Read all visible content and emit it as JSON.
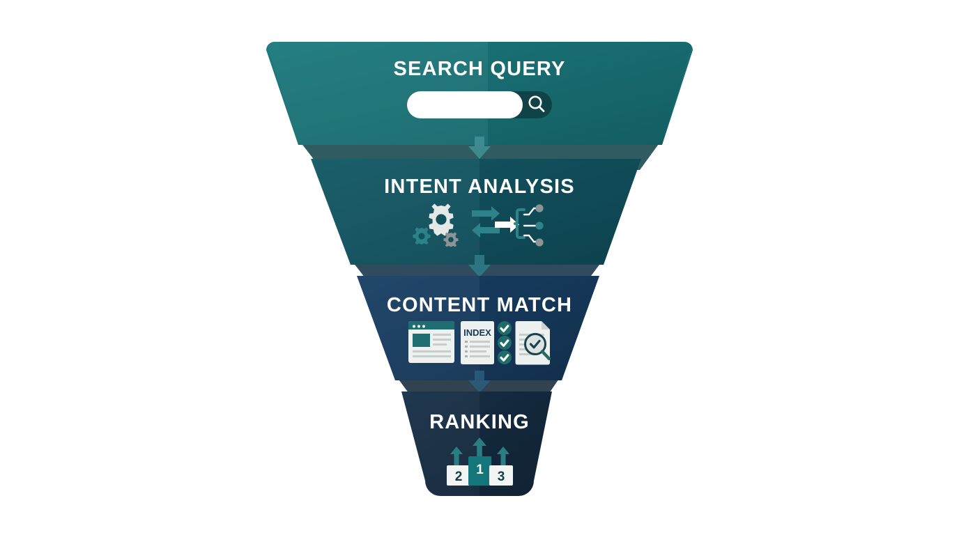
{
  "diagram": {
    "type": "funnel",
    "title_visible": false,
    "background": "#ffffff",
    "stages": [
      {
        "id": "search-query",
        "label": "SEARCH QUERY",
        "color": "#186C72",
        "order": 1,
        "icons": [
          "search-bar-icon",
          "magnifier-icon"
        ],
        "search_bar": {
          "value": "",
          "placeholder": ""
        }
      },
      {
        "id": "intent-analysis",
        "label": "INTENT ANALYSIS",
        "color": "#11505C",
        "order": 2,
        "icons": [
          "gear-large-icon",
          "gear-small-teal-icon",
          "gear-small-gray-icon",
          "exchange-arrows-icon",
          "white-arrow-right-icon",
          "branch-bracket-icon",
          "node-dot-icon"
        ]
      },
      {
        "id": "content-match",
        "label": "CONTENT MATCH",
        "color": "#173A5C",
        "order": 3,
        "icons": [
          "browser-window-icon",
          "index-document-icon",
          "checkmark-circle-icon",
          "document-magnifier-icon"
        ],
        "index_label": "INDEX",
        "checkmark_count": 3
      },
      {
        "id": "ranking",
        "label": "RANKING",
        "color": "#152B40",
        "order": 4,
        "icons": [
          "podium-icon",
          "up-arrow-icon"
        ],
        "podium": [
          {
            "place": "2",
            "block_color": "#f2f5f3",
            "text_color": "#123e46"
          },
          {
            "place": "1",
            "block_color": "#14757a",
            "text_color": "#ffffff"
          },
          {
            "place": "3",
            "block_color": "#f2f5f3",
            "text_color": "#123e46"
          }
        ]
      }
    ],
    "connectors": [
      {
        "id": "connector-1",
        "from": "search-query",
        "to": "intent-analysis",
        "icon": "arrow-down-icon"
      },
      {
        "id": "connector-2",
        "from": "intent-analysis",
        "to": "content-match",
        "icon": "arrow-down-icon"
      },
      {
        "id": "connector-3",
        "from": "content-match",
        "to": "ranking",
        "icon": "arrow-down-icon"
      }
    ],
    "colors": {
      "teal": "#186C72",
      "teal_dark": "#11505C",
      "navy": "#173A5C",
      "navy_dark": "#152B40",
      "accent_light_teal": "#3f9aa0",
      "white": "#ffffff",
      "gray": "#8a9296",
      "light_gray": "#dfe4e3"
    }
  }
}
